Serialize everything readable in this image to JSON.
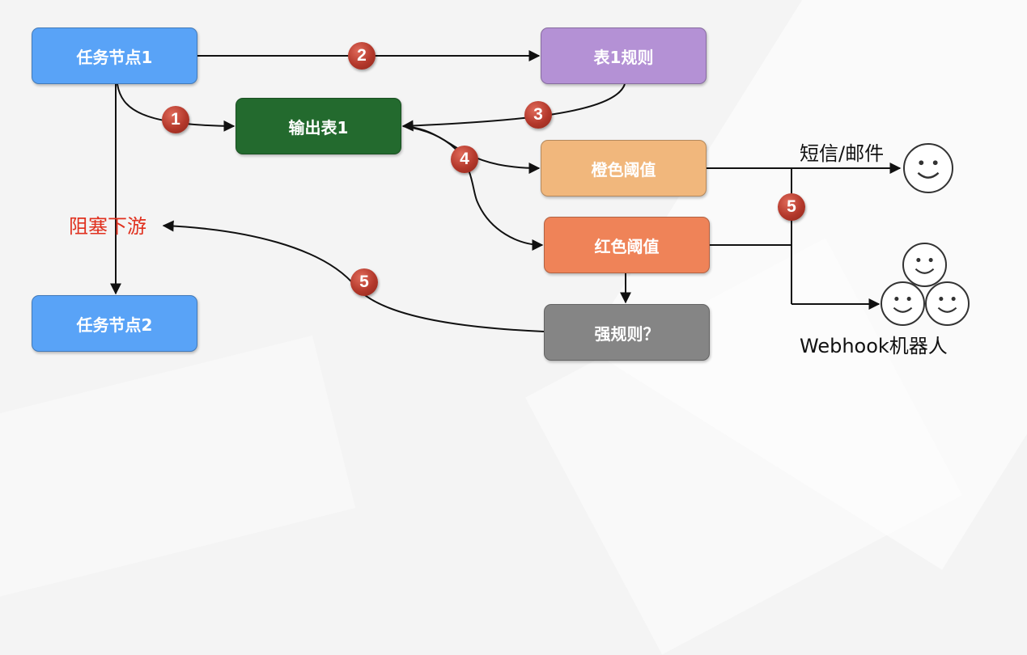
{
  "nodes": {
    "task1": "任务节点1",
    "task2": "任务节点2",
    "rule1": "表1规则",
    "output1": "输出表1",
    "orange_threshold": "橙色阈值",
    "red_threshold": "红色阈值",
    "strong_rule": "强规则？"
  },
  "badges": {
    "b1": "1",
    "b2": "2",
    "b3": "3",
    "b4": "4",
    "b5_notify": "5",
    "b5_block": "5"
  },
  "labels": {
    "block_downstream": "阻塞下游",
    "sms_email": "短信/邮件",
    "webhook_bot": "Webhook机器人"
  },
  "colors": {
    "task": "#59a3f7",
    "rule": "#b491d5",
    "output": "#236a2e",
    "orange": "#f1b77c",
    "red": "#ef8358",
    "strong": "#858585",
    "badge": "#b3382b",
    "block_text": "#e0301e"
  },
  "icons": [
    "smiley-face-icon",
    "smiley-face-icon",
    "smiley-face-icon",
    "smiley-face-icon"
  ]
}
